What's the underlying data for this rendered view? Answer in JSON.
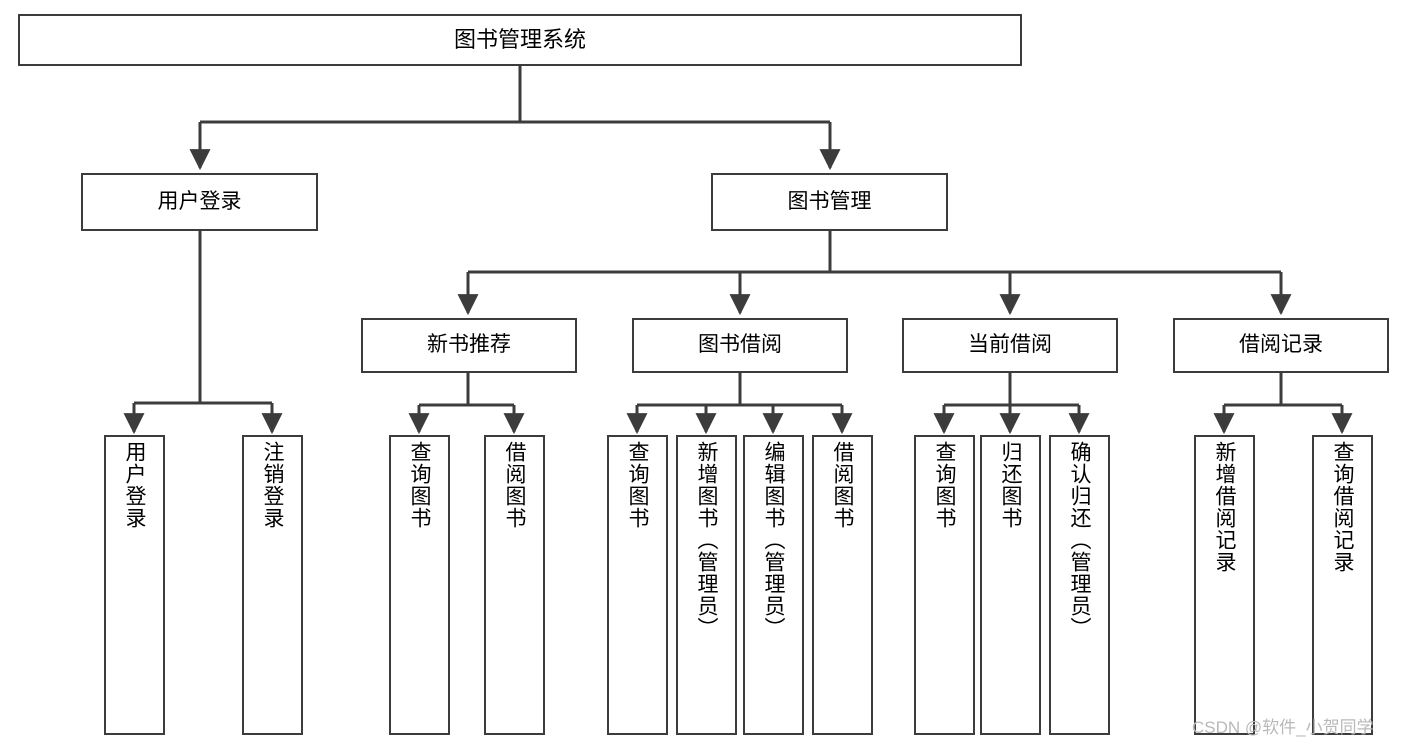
{
  "diagram": {
    "type": "tree-hierarchy",
    "title": "图书管理系统",
    "root": {
      "id": "root",
      "label": "图书管理系统",
      "orientation": "horizontal"
    },
    "level1": [
      {
        "id": "user-login",
        "label": "用户登录",
        "orientation": "horizontal"
      },
      {
        "id": "book-management",
        "label": "图书管理",
        "orientation": "horizontal"
      }
    ],
    "level2": [
      {
        "id": "new-book-recommend",
        "label": "新书推荐",
        "orientation": "horizontal",
        "parent": "book-management"
      },
      {
        "id": "book-borrow",
        "label": "图书借阅",
        "orientation": "horizontal",
        "parent": "book-management"
      },
      {
        "id": "current-borrow",
        "label": "当前借阅",
        "orientation": "horizontal",
        "parent": "book-management"
      },
      {
        "id": "borrow-record",
        "label": "借阅记录",
        "orientation": "horizontal",
        "parent": "book-management"
      }
    ],
    "leaves": [
      {
        "id": "leaf-user-login",
        "label": "用户登录",
        "orientation": "vertical",
        "parent": "user-login"
      },
      {
        "id": "leaf-logout",
        "label": "注销登录",
        "orientation": "vertical",
        "parent": "user-login"
      },
      {
        "id": "leaf-query-book-1",
        "label": "查询图书",
        "orientation": "vertical",
        "parent": "new-book-recommend"
      },
      {
        "id": "leaf-borrow-book-1",
        "label": "借阅图书",
        "orientation": "vertical",
        "parent": "new-book-recommend"
      },
      {
        "id": "leaf-query-book-2",
        "label": "查询图书",
        "orientation": "vertical",
        "parent": "book-borrow"
      },
      {
        "id": "leaf-add-book",
        "label": "新增图书（管理员）",
        "orientation": "vertical",
        "parent": "book-borrow"
      },
      {
        "id": "leaf-edit-book",
        "label": "编辑图书（管理员）",
        "orientation": "vertical",
        "parent": "book-borrow"
      },
      {
        "id": "leaf-borrow-book-2",
        "label": "借阅图书",
        "orientation": "vertical",
        "parent": "book-borrow"
      },
      {
        "id": "leaf-query-book-3",
        "label": "查询图书",
        "orientation": "vertical",
        "parent": "current-borrow"
      },
      {
        "id": "leaf-return-book",
        "label": "归还图书",
        "orientation": "vertical",
        "parent": "current-borrow"
      },
      {
        "id": "leaf-confirm-return",
        "label": "确认归还（管理员）",
        "orientation": "vertical",
        "parent": "current-borrow"
      },
      {
        "id": "leaf-add-record",
        "label": "新增借阅记录",
        "orientation": "vertical",
        "parent": "borrow-record"
      },
      {
        "id": "leaf-query-record",
        "label": "查询借阅记录",
        "orientation": "vertical",
        "parent": "borrow-record"
      }
    ],
    "colors": {
      "stroke": "#3c3c3c",
      "fill": "#ffffff",
      "text": "#000000",
      "watermark": "#b9b9b9"
    }
  },
  "watermark": {
    "text": "CSDN @软件_小贺同学"
  }
}
